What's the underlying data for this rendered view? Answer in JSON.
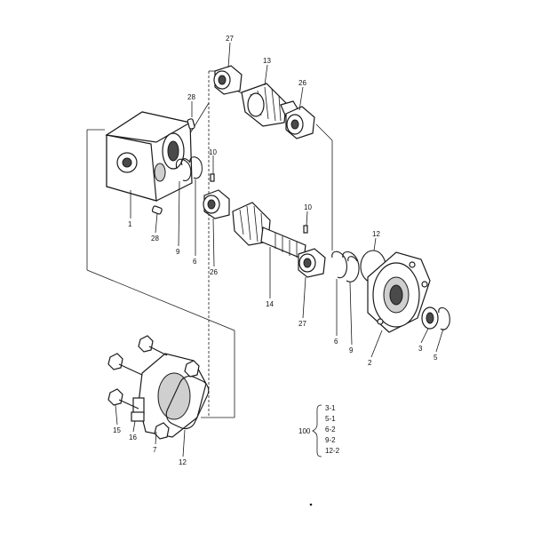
{
  "callouts": {
    "c27_top": "27",
    "c13": "13",
    "c26_top": "26",
    "c28_top": "28",
    "c10_left": "10",
    "c1": "1",
    "c28_bottom": "28",
    "c9_left": "9",
    "c6_left": "6",
    "c26_bottom": "26",
    "c10_right": "10",
    "c14": "14",
    "c27_bottom": "27",
    "c12_right": "12",
    "c6_right": "6",
    "c9_right": "9",
    "c2": "2",
    "c3": "3",
    "c5": "5",
    "c15": "15",
    "c16": "16",
    "c7": "7",
    "c12_bottom": "12"
  },
  "kit": {
    "number": "100",
    "items": [
      "3-1",
      "5-1",
      "6-2",
      "9-2",
      "12-2"
    ]
  }
}
